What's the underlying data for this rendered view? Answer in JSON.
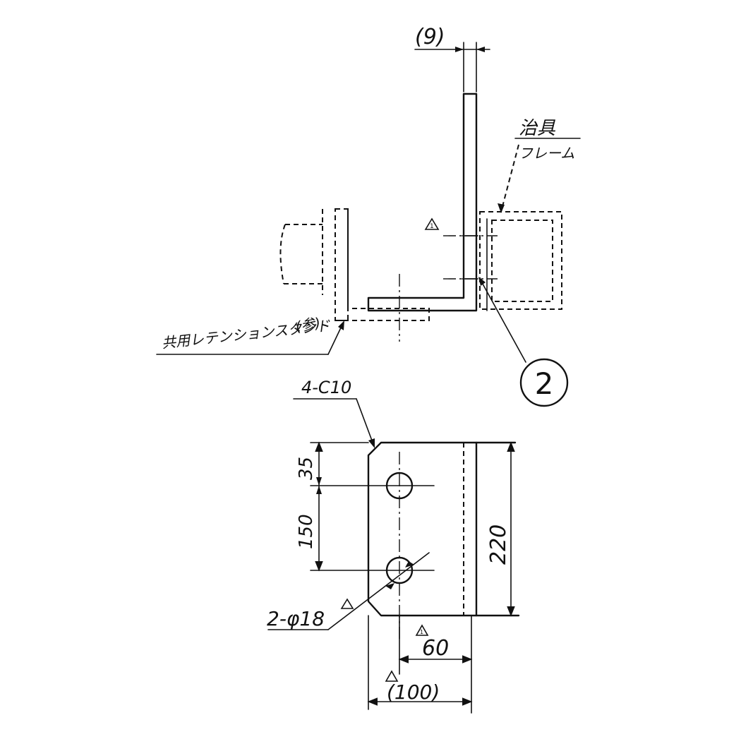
{
  "top_view": {
    "dim_thickness": "(9)",
    "jig_frame_label_top": "治具",
    "jig_frame_label_bottom": "フレーム",
    "revision_mark": "1",
    "stand_label": "共用レテンションスタンド",
    "stand_note": "(参)",
    "part_balloon": "2"
  },
  "bottom_view": {
    "chamfer_note": "4-C10",
    "dim_top_offset": "35",
    "dim_hole_pitch": "150",
    "dim_height": "220",
    "hole_note": "2-φ18",
    "dim_hole_to_edge": "60",
    "dim_width": "(100)",
    "revision_mark": "1"
  }
}
